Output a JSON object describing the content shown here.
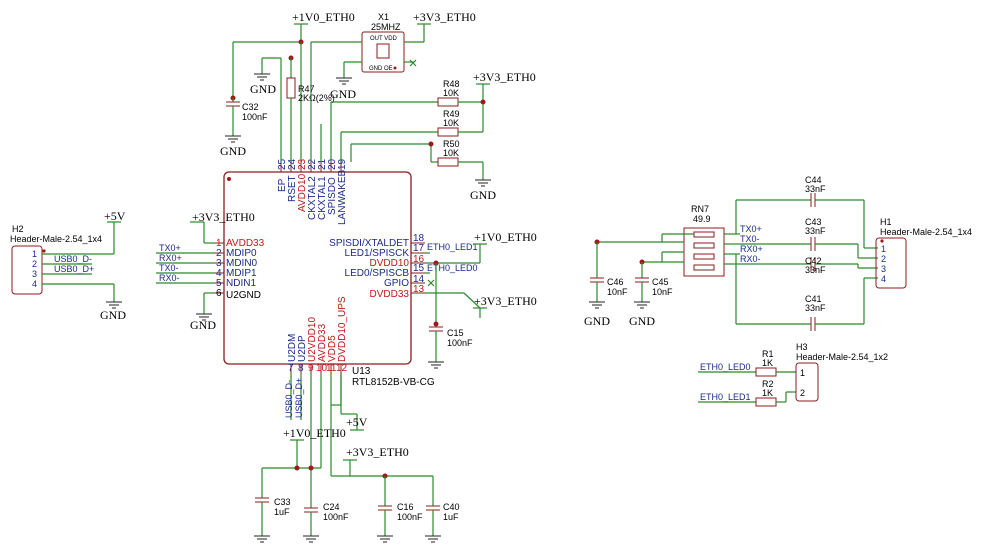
{
  "power": {
    "v1_eth": "+1V0_ETH0",
    "v33_eth": "+3V3_ETH0",
    "v5": "+5V",
    "gnd": "GND"
  },
  "crystal": {
    "ref": "X1",
    "value": "25MHZ",
    "pin_out_vdd": "OUT VDD",
    "pin_gnd_oe": "GND OE"
  },
  "resistors": {
    "r47": {
      "ref": "R47",
      "value": "2KΩ(2%)"
    },
    "r48": {
      "ref": "R48",
      "value": "10K"
    },
    "r49": {
      "ref": "R49",
      "value": "10K"
    },
    "r50": {
      "ref": "R50",
      "value": "10K"
    },
    "r1": {
      "ref": "R1",
      "value": "1K"
    },
    "r2": {
      "ref": "R2",
      "value": "1K"
    },
    "rn7": {
      "ref": "RN7",
      "value": "49.9"
    }
  },
  "caps": {
    "c32": {
      "ref": "C32",
      "value": "100nF"
    },
    "c15": {
      "ref": "C15",
      "value": "100nF"
    },
    "c33": {
      "ref": "C33",
      "value": "1uF"
    },
    "c24": {
      "ref": "C24",
      "value": "100nF"
    },
    "c16": {
      "ref": "C16",
      "value": "100nF"
    },
    "c40": {
      "ref": "C40",
      "value": "1uF"
    },
    "c44": {
      "ref": "C44",
      "value": "33nF"
    },
    "c43": {
      "ref": "C43",
      "value": "33nF"
    },
    "c42": {
      "ref": "C42",
      "value": "33nF"
    },
    "c41": {
      "ref": "C41",
      "value": "33nF"
    },
    "c46": {
      "ref": "C46",
      "value": "10nF"
    },
    "c45": {
      "ref": "C45",
      "value": "10nF"
    }
  },
  "ic": {
    "ref": "U13",
    "part": "RTL8152B-VB-CG",
    "top_pins": [
      {
        "num": "25",
        "name": "EP"
      },
      {
        "num": "24",
        "name": "RSET"
      },
      {
        "num": "23",
        "name": "AVDD10"
      },
      {
        "num": "22",
        "name": "CKXTAL2"
      },
      {
        "num": "21",
        "name": "CKXTAL1"
      },
      {
        "num": "20",
        "name": "SPISDO"
      },
      {
        "num": "19",
        "name": "LANWAKEB"
      }
    ],
    "left_pins": [
      {
        "num": "1",
        "name": "AVDD33"
      },
      {
        "num": "2",
        "name": "MDIP0"
      },
      {
        "num": "3",
        "name": "MDIN0"
      },
      {
        "num": "4",
        "name": "MDIP1"
      },
      {
        "num": "5",
        "name": "NDIN1"
      },
      {
        "num": "6",
        "name": "U2GND"
      }
    ],
    "right_pins": [
      {
        "num": "18",
        "name": "SPISDI/XTALDET"
      },
      {
        "num": "17",
        "name": "LED1/SPISCK"
      },
      {
        "num": "16",
        "name": "DVDD10"
      },
      {
        "num": "15",
        "name": "LED0/SPISCB"
      },
      {
        "num": "14",
        "name": "GPIO"
      },
      {
        "num": "13",
        "name": "DVDD33"
      }
    ],
    "bottom_pins": [
      {
        "num": "7",
        "name": "U2DM"
      },
      {
        "num": "8",
        "name": "U2DP"
      },
      {
        "num": "9",
        "name": "U2VDD10"
      },
      {
        "num": "10",
        "name": "AVDD33"
      },
      {
        "num": "11",
        "name": "VDD5"
      },
      {
        "num": "12",
        "name": "DVDD10_UPS"
      }
    ]
  },
  "nets": {
    "tx_p": "TX0+",
    "tx_n": "TX0-",
    "rx_p": "RX0+",
    "rx_n": "RX0-",
    "usb_dm": "USB0_D-",
    "usb_dp": "USB0_D+",
    "led0": "ETH0_LED0",
    "led1": "ETH0_LED1"
  },
  "headers": {
    "h2": {
      "ref": "H2",
      "part": "Header-Male-2.54_1x4",
      "pins": [
        "1",
        "2",
        "3",
        "4"
      ]
    },
    "h1": {
      "ref": "H1",
      "part": "Header-Male-2.54_1x4",
      "pins": [
        "1",
        "2",
        "3",
        "4"
      ]
    },
    "h3": {
      "ref": "H3",
      "part": "Header-Male-2.54_1x2",
      "pins": [
        "1",
        "2"
      ]
    }
  }
}
